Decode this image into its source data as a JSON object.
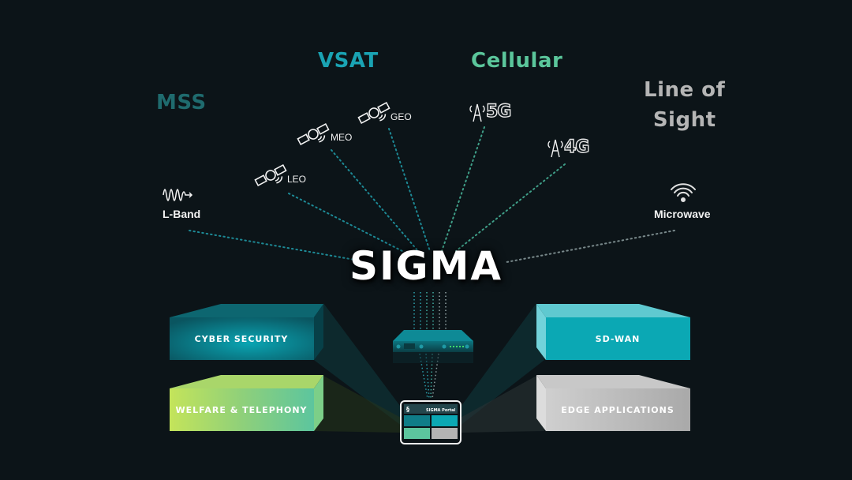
{
  "title": "SIGMA",
  "categories": {
    "mss": {
      "label": "MSS",
      "color": "#1f6b6e"
    },
    "vsat": {
      "label": "VSAT",
      "color": "#1aa3b3"
    },
    "cellular": {
      "label": "Cellular",
      "color": "#5bc69b"
    },
    "line_of_sight": {
      "label_line1": "Line of",
      "label_line2": "Sight",
      "color": "#b5b5b5"
    }
  },
  "links": {
    "l_band": {
      "label": "L-Band",
      "icon": "sine-wave-icon"
    },
    "leo": {
      "label": "LEO",
      "icon": "satellite-icon"
    },
    "meo": {
      "label": "MEO",
      "icon": "satellite-icon"
    },
    "geo": {
      "label": "GEO",
      "icon": "satellite-icon"
    },
    "g5": {
      "label": "5G",
      "icon": "cell-tower-icon"
    },
    "g4": {
      "label": "4G",
      "icon": "cell-tower-icon"
    },
    "microwave": {
      "label": "Microwave",
      "icon": "wifi-icon"
    }
  },
  "services": {
    "cyber_security": {
      "label": "CYBER SECURITY",
      "color": "#0f7d88"
    },
    "welfare_telephony": {
      "label": "WELFARE & TELEPHONY",
      "color": "#8fd07a"
    },
    "sd_wan": {
      "label": "SD-WAN",
      "color": "#0fa9b5"
    },
    "edge_applications": {
      "label": "EDGE APPLICATIONS",
      "color": "#b3b3b3"
    }
  },
  "portal": {
    "title": "SIGMA Portal"
  },
  "line_color": "#1d8a96",
  "background": "#0c1418"
}
